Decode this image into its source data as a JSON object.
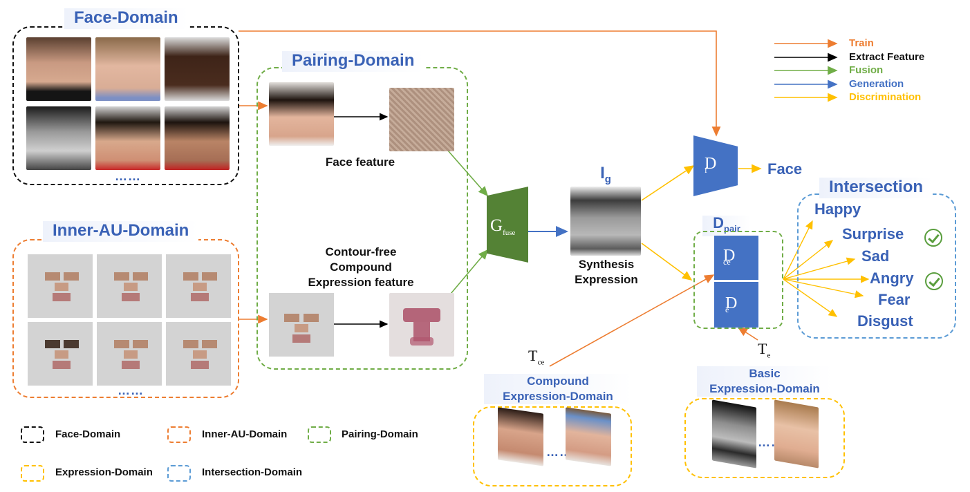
{
  "domains": {
    "face": "Face-Domain",
    "pairing": "Pairing-Domain",
    "inner_au": "Inner-AU-Domain",
    "intersection": "Intersection",
    "compound": "Compound\nExpression-Domain",
    "basic": "Basic\nExpression-Domain"
  },
  "labels": {
    "face_feature": "Face feature",
    "contour_free": "Contour-free\nCompound\nExpression feature",
    "ig_main": "I",
    "ig_sub": "g",
    "synthesis": "Synthesis\nExpression",
    "face_output": "Face",
    "dpair_main": "D",
    "dpair_sub": "pair",
    "ellipsis": "……"
  },
  "blocks": {
    "gfuse_main": "G",
    "gfuse_sub": "fuse",
    "df_main": "D",
    "df_sub": "f",
    "dce_main": "D",
    "dce_sub": "ce",
    "de_main": "D",
    "de_sub": "e",
    "tce_main": "T",
    "tce_sub": "ce",
    "te_main": "T",
    "te_sub": "e"
  },
  "emotions": [
    "Happy",
    "Surprise",
    "Sad",
    "Angry",
    "Fear",
    "Disgust"
  ],
  "legend": [
    {
      "label": "Train",
      "color": "#ed7d31"
    },
    {
      "label": "Extract Feature",
      "color": "#000000"
    },
    {
      "label": "Fusion",
      "color": "#70ad47"
    },
    {
      "label": "Generation",
      "color": "#4472c4"
    },
    {
      "label": "Discrimination",
      "color": "#ffc000"
    }
  ],
  "box_legend": [
    {
      "label": "Face-Domain",
      "color": "#000000"
    },
    {
      "label": "Inner-AU-Domain",
      "color": "#ed7d31"
    },
    {
      "label": "Pairing-Domain",
      "color": "#70ad47"
    },
    {
      "label": "Expression-Domain",
      "color": "#ffc000"
    },
    {
      "label": "Intersection-Domain",
      "color": "#5b9bd5"
    }
  ]
}
